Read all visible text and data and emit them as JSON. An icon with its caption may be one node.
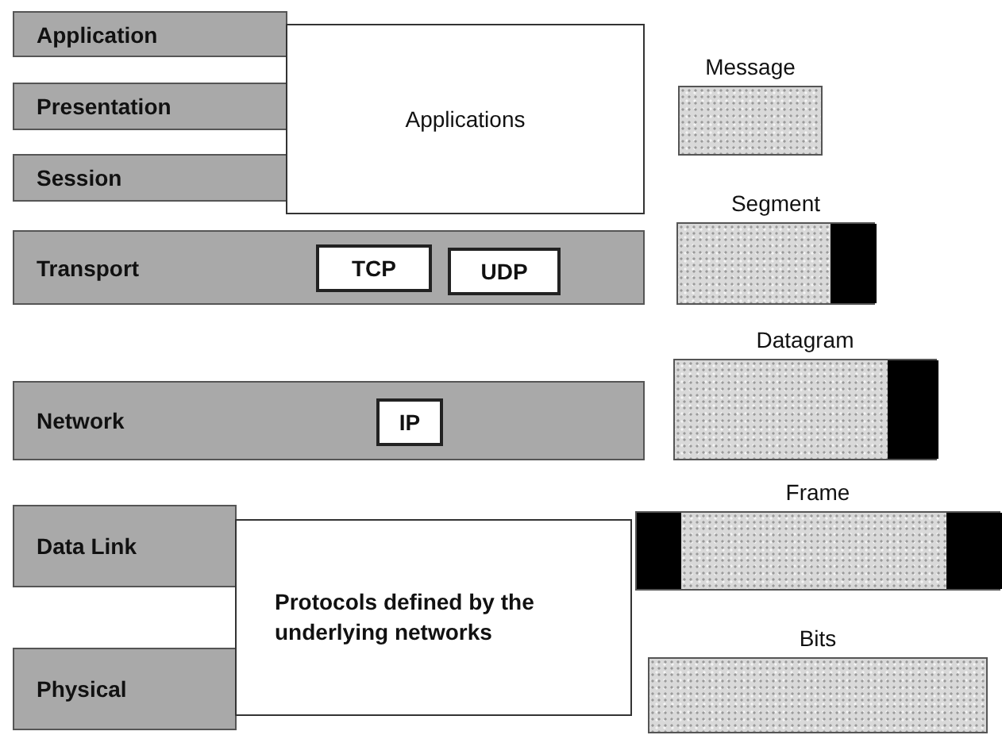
{
  "diagram": {
    "nodes": [
      {
        "text": [
          "Application"
        ]
      },
      {
        "text": [
          "Presentation"
        ]
      },
      {
        "text": [
          "Session"
        ]
      },
      {
        "text": [
          "Transport"
        ]
      },
      {
        "text": [
          "TCP"
        ],
        "in": 3
      },
      {
        "text": [
          "UDP"
        ],
        "in": 3
      },
      {
        "text": [
          "Network"
        ]
      },
      {
        "text": [
          "IP"
        ],
        "in": 6
      },
      {
        "text": [
          "Data Link"
        ]
      },
      {
        "text": [
          "Physical"
        ]
      },
      {
        "text": [
          "Applications"
        ]
      },
      {
        "text": [
          "Protocols defined by the underlying networks"
        ]
      },
      {
        "text": [
          "Message"
        ]
      },
      {
        "text": [
          "Segment"
        ]
      },
      {
        "text": [
          "Datagram"
        ]
      },
      {
        "text": [
          "Frame"
        ]
      },
      {
        "text": [
          "Bits"
        ]
      }
    ]
  }
}
